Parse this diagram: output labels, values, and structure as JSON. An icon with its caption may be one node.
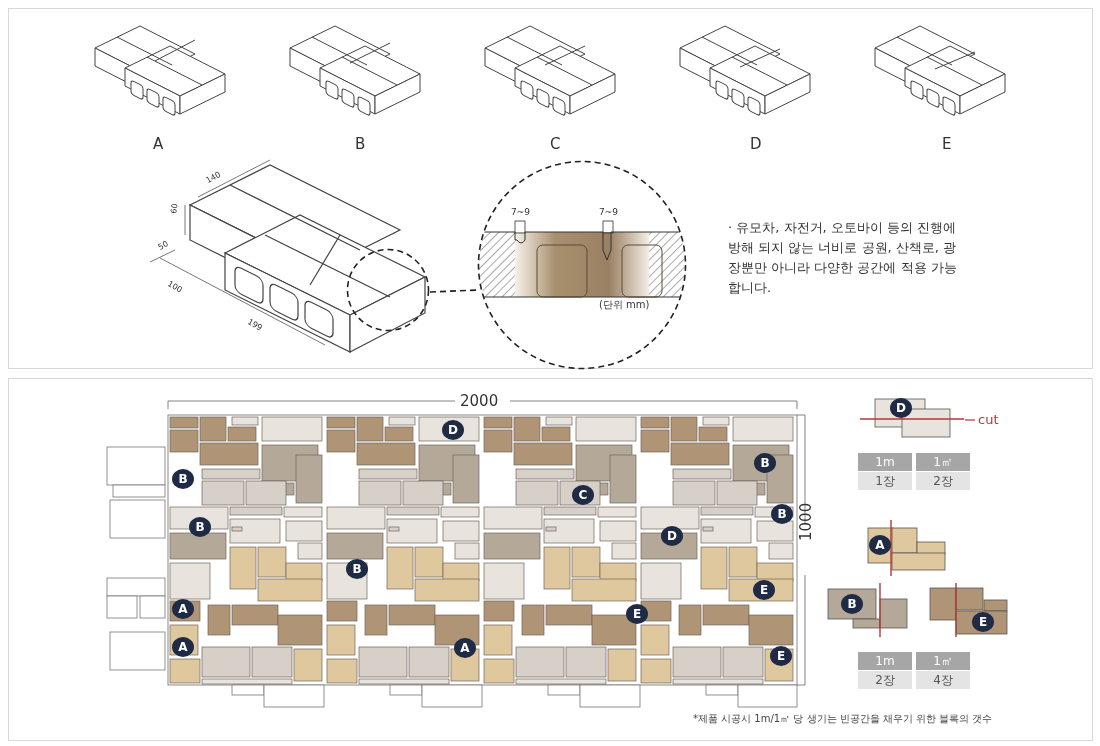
{
  "diagram": {
    "nodes": [
      {
        "text": [],
        "shape": "circle"
      },
      {
        "text": [
          "7~9",
          "7~9",
          "(단위 mm)"
        ]
      }
    ],
    "edges": [
      {
        "from": 0,
        "to": 1,
        "arrow": "none",
        "style": "dashed"
      }
    ],
    "labels": [
      "A",
      "B",
      "C",
      "D",
      "E",
      "140",
      "60",
      "50",
      "100",
      "199",
      "· 유모차, 자전거, 오토바이 등의 진행에 방해 되지 않는 너비로 공원, 산책로, 광장뿐만 아니라 다양한 공간에 적용 가능합니다.",
      "2000",
      "1000",
      "D",
      "B",
      "B",
      "C",
      "B",
      "B",
      "D",
      "B",
      "E",
      "A",
      "E",
      "A",
      "A",
      "E",
      "D",
      "cut",
      "1m",
      "1㎡",
      "1장",
      "2장",
      "A",
      "B",
      "E",
      "1m",
      "1㎡",
      "2장",
      "4장",
      "*제품 시공시 1m/1㎡ 당 생기는 빈공간을 채우기 위한 블록의 갯수"
    ]
  }
}
